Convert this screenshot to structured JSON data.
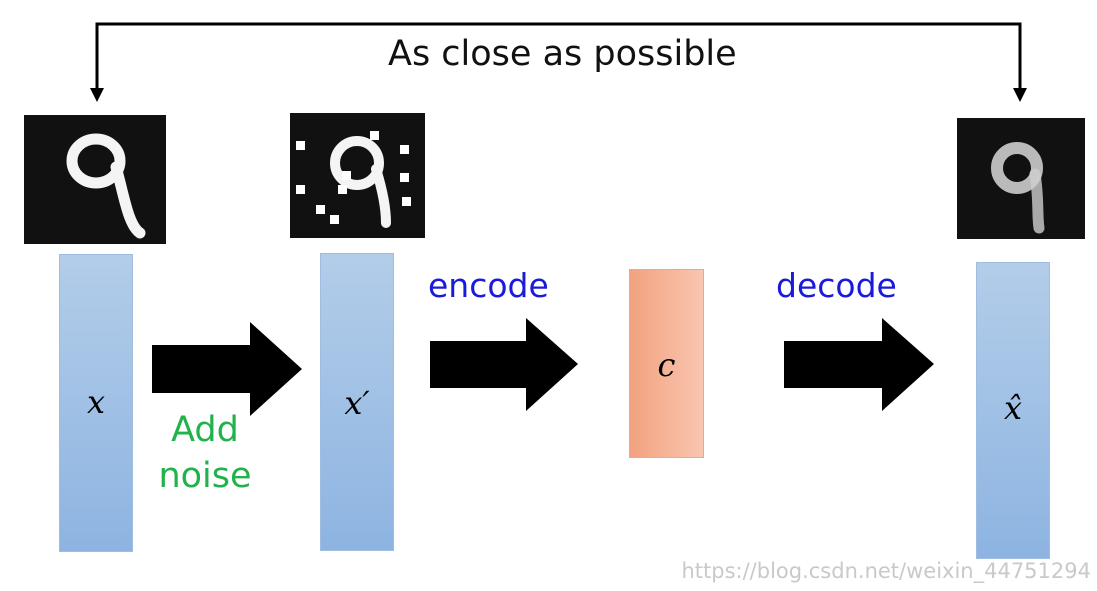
{
  "title": "As close as possible",
  "nodes": {
    "input_symbol": "x",
    "noisy_symbol": "x′",
    "code_symbol": "c",
    "output_symbol": "x̂"
  },
  "edges": {
    "add_noise_line1": "Add",
    "add_noise_line2": "noise",
    "encode": "encode",
    "decode": "decode"
  },
  "watermark": "https://blog.csdn.net/weixin_44751294",
  "colors": {
    "bar_blue": "#9dbfe5",
    "code_orange": "#f4ae90",
    "edge_label_blue": "#1a1adc",
    "noise_label_green": "#22b24c",
    "arrow_black": "#000000"
  }
}
